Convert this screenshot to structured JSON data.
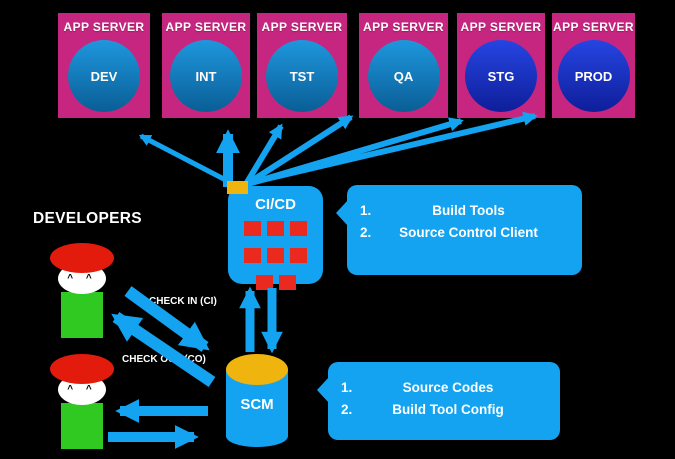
{
  "labels": {
    "app_server": "APP SERVER",
    "developers": "DEVELOPERS",
    "check_in": "CHECK IN (CI)",
    "check_out": "CHECK OUT (CO)",
    "eyes": "^ ^"
  },
  "servers": [
    {
      "env": "DEV"
    },
    {
      "env": "INT"
    },
    {
      "env": "TST"
    },
    {
      "env": "QA"
    },
    {
      "env": "STG"
    },
    {
      "env": "PROD"
    }
  ],
  "cicd": {
    "title": "CI/CD"
  },
  "scm": {
    "title": "SCM"
  },
  "callouts": [
    {
      "target": "CI/CD",
      "items": [
        {
          "num": "1.",
          "text": "Build Tools"
        },
        {
          "num": "2.",
          "text": "Source Control Client"
        }
      ]
    },
    {
      "target": "SCM",
      "items": [
        {
          "num": "1.",
          "text": "Source Codes"
        },
        {
          "num": "2.",
          "text": "Build Tool Config"
        }
      ]
    }
  ],
  "colors": {
    "background": "#000000",
    "blue": "#14a3f0",
    "magenta": "#c62680",
    "circle_blue_top": "#1e97de",
    "circle_blue_bottom": "#0a5e96",
    "circle_darkblue_top": "#2545e2",
    "circle_darkblue_bottom": "#0f1e9a",
    "red_square": "#ea2a1f",
    "yellow": "#f0b40e",
    "hat_red": "#e31b0c",
    "body_green": "#2fc922",
    "text": "#ffffff"
  }
}
